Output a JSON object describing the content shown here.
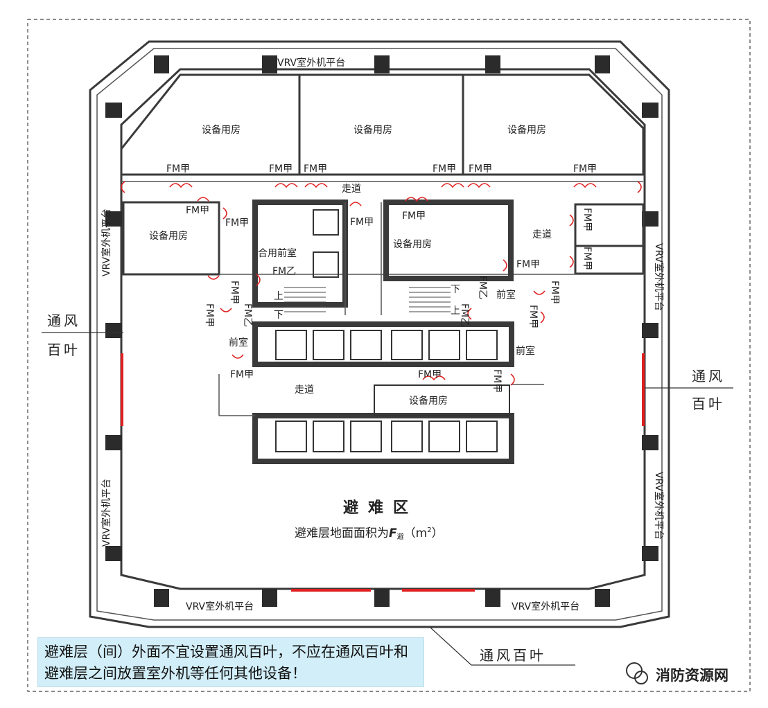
{
  "labels": {
    "equipment_room": "设备用房",
    "vrv_platform": "VRV室外机平台",
    "fm_a": "FM甲",
    "fm_b": "FM乙",
    "corridor": "走道",
    "shared_anteroom": "合用前室",
    "anteroom": "前室",
    "up": "上",
    "down": "下",
    "refuge_area": "避难区",
    "refuge_area_formula_prefix": "避难层地面面积为",
    "refuge_area_formula_symbol": "F",
    "refuge_area_formula_sub": "避",
    "refuge_area_formula_unit_open": "（",
    "refuge_area_formula_unit": "m",
    "refuge_area_formula_unit_sup": "2",
    "refuge_area_formula_unit_close": "）",
    "louver_left_1": "通风",
    "louver_left_2": "百叶",
    "louver_right_1": "通风",
    "louver_right_2": "百叶",
    "louver_bottom": "通风百叶"
  },
  "note": "避难层（间）外面不宜设置通风百叶，不应在通风百叶和避难层之间放置室外机等任何其他设备！",
  "watermark": "消防资源网",
  "colors": {
    "louver_red": "#e02020",
    "note_bg": "#d2eef8",
    "wall": "#3a3a3a"
  }
}
